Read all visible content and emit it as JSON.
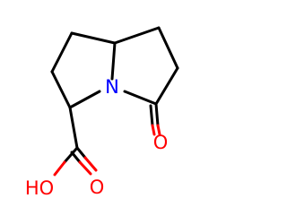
{
  "molecule": {
    "atoms": {
      "nitrogen": "N",
      "ketone_oxygen": "O",
      "hydroxyl_oxygen": "O",
      "acid_oxygen": "HO"
    },
    "colors": {
      "bond": "#000000",
      "nitrogen": "#0000ff",
      "oxygen": "#ff0000"
    }
  }
}
